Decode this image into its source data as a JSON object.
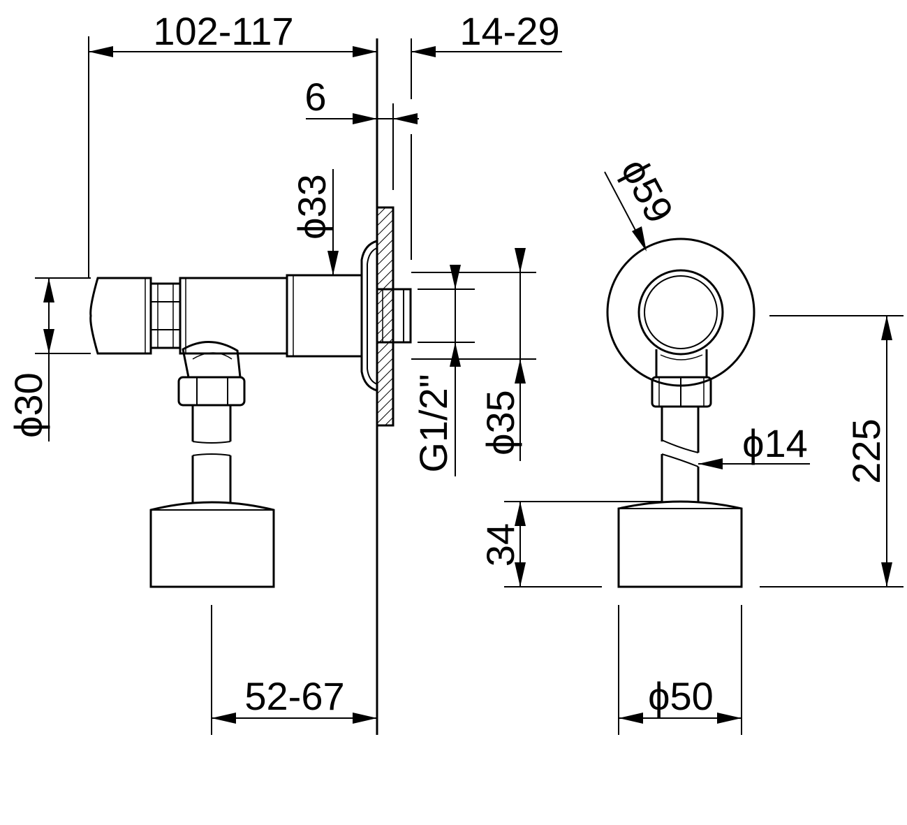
{
  "drawing": {
    "side_view": {
      "overall_length": "102-117",
      "wall_offset": "14-29",
      "flange_thickness": "6",
      "body_diameter": "ϕ33",
      "handle_diameter": "ϕ30",
      "thread": "G1/2\"",
      "outlet_diameter": "ϕ35",
      "weight_offset": "52-67"
    },
    "front_view": {
      "rosette_diameter": "ϕ59",
      "pipe_diameter": "ϕ14",
      "overall_height": "225",
      "weight_height": "34",
      "weight_diameter": "ϕ50"
    }
  }
}
